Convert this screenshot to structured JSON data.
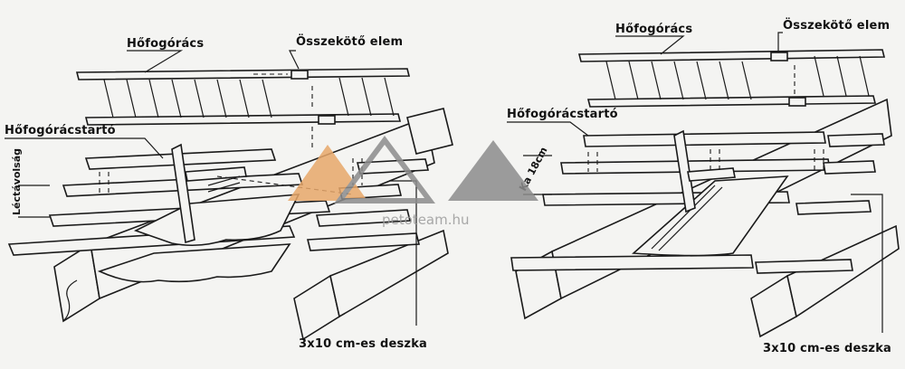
{
  "left_panel": {
    "label_grate": "Hőfogórács",
    "label_connector": "Összekötő elem",
    "label_holder": "Hőfogórácstartó",
    "label_spacing": "Léctávolság",
    "label_board": "3x10 cm-es deszka"
  },
  "right_panel": {
    "label_grate": "Hőfogórács",
    "label_connector": "Összekötő elem",
    "label_holder": "Hőfogórácstartó",
    "label_spacing": "Ka 18cm",
    "label_board": "3x10 cm-es deszka"
  },
  "watermark": {
    "text": "petoteam.hu",
    "colors": {
      "left_triangle": "#e8a86a",
      "mid_triangle": "#8c8c8c",
      "right_triangle": "#8c8c8c"
    }
  }
}
